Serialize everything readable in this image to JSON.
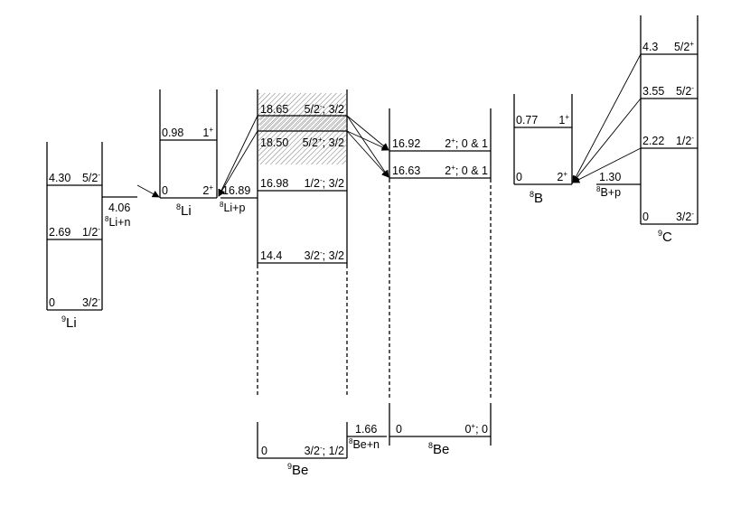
{
  "li9": {
    "name_sup": "9",
    "name": "Li",
    "levels": [
      {
        "energy": "4.30",
        "spin": "5/2",
        "parity": "-"
      },
      {
        "energy": "2.69",
        "spin": "1/2",
        "parity": "-"
      },
      {
        "energy": "0",
        "spin": "3/2",
        "parity": "-"
      }
    ],
    "threshold": {
      "energy": "4.06",
      "sup": "8",
      "label": "Li+n"
    }
  },
  "li8": {
    "name_sup": "8",
    "name": "Li",
    "levels": [
      {
        "energy": "0.98",
        "spin": "1",
        "parity": "+"
      },
      {
        "energy": "0",
        "spin": "2",
        "parity": "+"
      }
    ],
    "threshold": {
      "energy": "16.89",
      "sup": "8",
      "label": "Li+p"
    }
  },
  "be9": {
    "name_sup": "9",
    "name": "Be",
    "levels": [
      {
        "energy": "18.65",
        "spin": "5/2",
        "parity": "-",
        "isospin": "; 3/2"
      },
      {
        "energy": "18.50",
        "spin": "5/2",
        "parity": "+",
        "isospin": "; 3/2"
      },
      {
        "energy": "16.98",
        "spin": "1/2",
        "parity": "-",
        "isospin": "; 3/2"
      },
      {
        "energy": "14.4",
        "spin": "3/2",
        "parity": "-",
        "isospin": "; 3/2"
      },
      {
        "energy": "0",
        "spin": "3/2",
        "parity": "-",
        "isospin": "; 1/2"
      }
    ],
    "threshold": {
      "energy": "1.66",
      "sup": "8",
      "label": "Be+n"
    }
  },
  "be8": {
    "name_sup": "8",
    "name": "Be",
    "levels": [
      {
        "energy": "16.92",
        "spin": "2",
        "parity": "+",
        "isospin": "; 0 & 1"
      },
      {
        "energy": "16.63",
        "spin": "2",
        "parity": "+",
        "isospin": "; 0 & 1"
      },
      {
        "energy": "0",
        "spin": "0",
        "parity": "+",
        "isospin": "; 0"
      }
    ]
  },
  "b8": {
    "name_sup": "8",
    "name": "B",
    "levels": [
      {
        "energy": "0.77",
        "spin": "1",
        "parity": "+"
      },
      {
        "energy": "0",
        "spin": "2",
        "parity": "+"
      }
    ],
    "threshold": {
      "energy": "1.30",
      "sup": "8",
      "label": "B+p"
    }
  },
  "c9": {
    "name_sup": "9",
    "name": "C",
    "levels": [
      {
        "energy": "4.3",
        "spin": "5/2",
        "parity": "+"
      },
      {
        "energy": "3.55",
        "spin": "5/2",
        "parity": "-"
      },
      {
        "energy": "2.22",
        "spin": "1/2",
        "parity": "-"
      },
      {
        "energy": "0",
        "spin": "3/2",
        "parity": "-"
      }
    ]
  }
}
